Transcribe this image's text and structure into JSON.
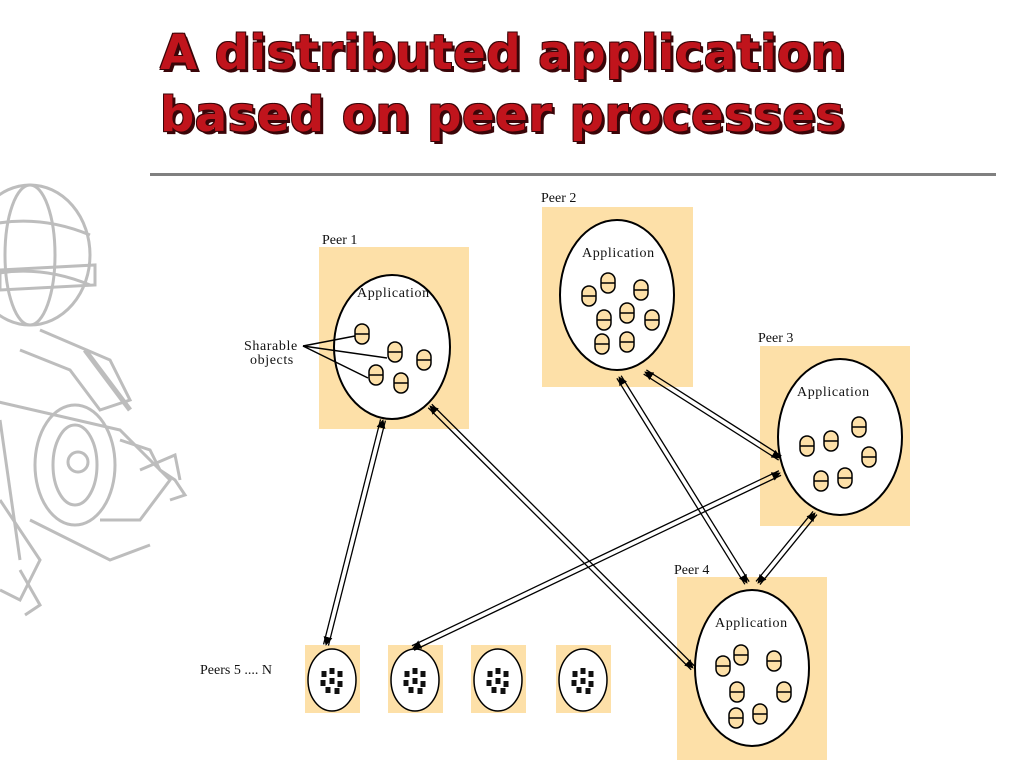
{
  "title": {
    "line1": "A distributed application",
    "line2": "based on peer processes"
  },
  "peers": {
    "peer1": {
      "label": "Peer 1",
      "app": "Application"
    },
    "peer2": {
      "label": "Peer 2",
      "app": "Application"
    },
    "peer3": {
      "label": "Peer 3",
      "app": "Application"
    },
    "peer4": {
      "label": "Peer 4",
      "app": "Application"
    }
  },
  "sharable": {
    "line1": "Sharable",
    "line2": "objects"
  },
  "peers_range": "Peers 5 .... N",
  "colors": {
    "title": "#c0141c",
    "peer_box": "#fde0a8",
    "object": "#fde0a8"
  }
}
